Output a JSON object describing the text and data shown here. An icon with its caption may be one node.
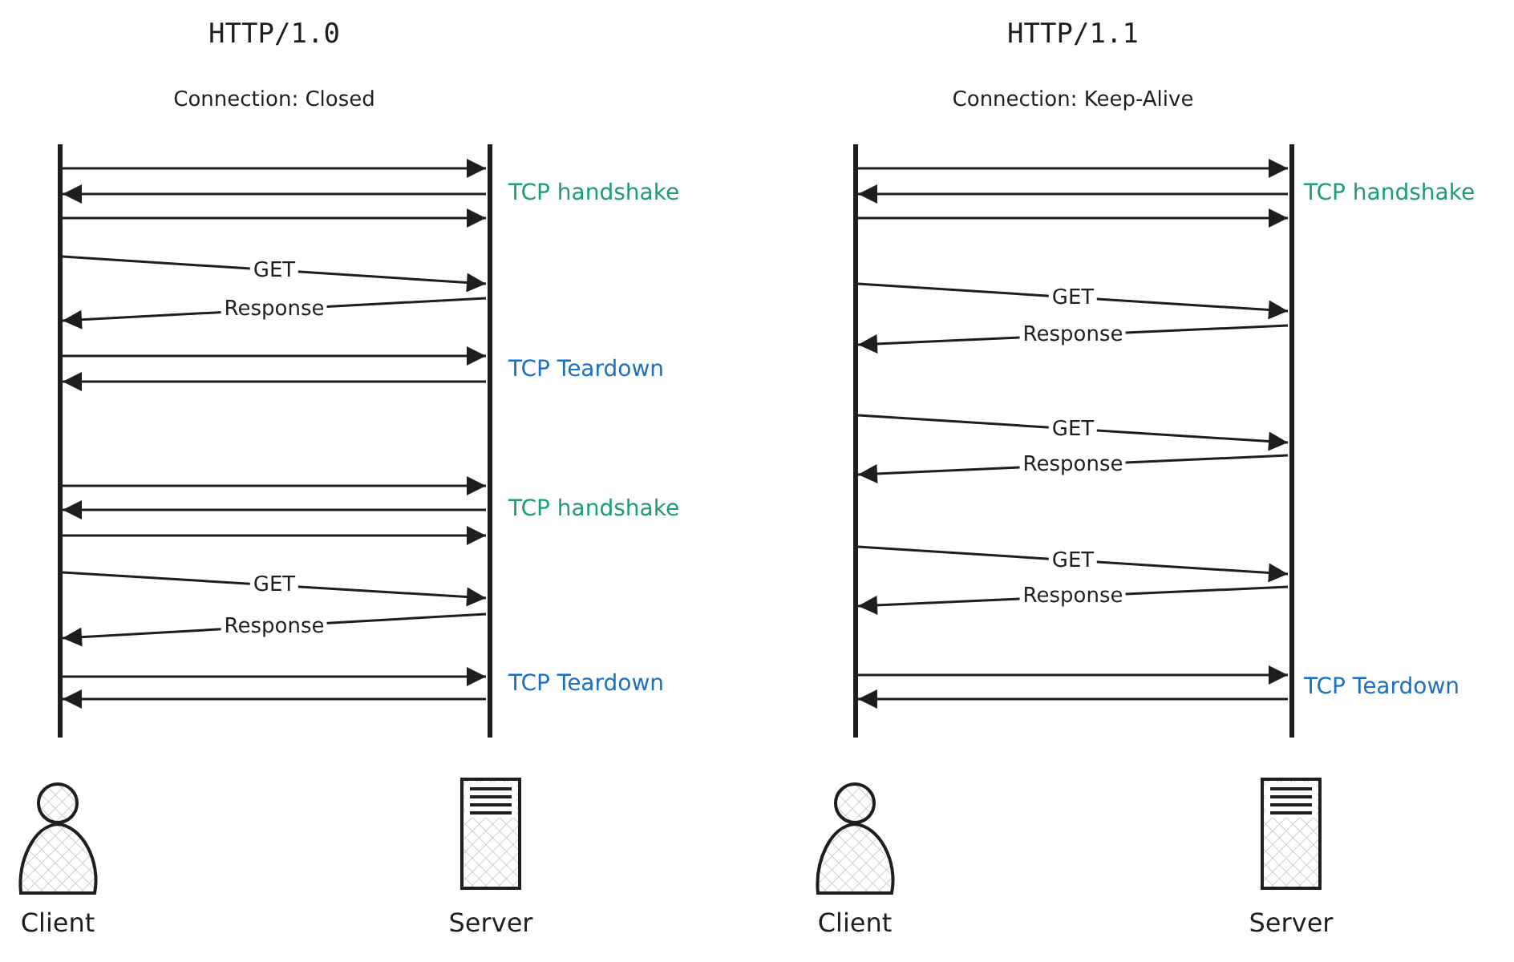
{
  "diagram": {
    "nodes": [
      {
        "text": [],
        "shape": "bar"
      },
      {
        "text": [],
        "shape": "bar"
      },
      {
        "text": [],
        "shape": "bar"
      },
      {
        "text": [],
        "shape": "bar"
      }
    ],
    "edges": [
      {
        "from": 0,
        "to": 1,
        "arrow": "to"
      },
      {
        "from": 1,
        "to": 0,
        "arrow": "to"
      },
      {
        "from": 0,
        "to": 1,
        "arrow": "to"
      },
      {
        "from": 0,
        "to": 1,
        "arrow": "to",
        "label": "GET"
      },
      {
        "from": 1,
        "to": 0,
        "arrow": "to",
        "label": "Response"
      },
      {
        "from": 0,
        "to": 1,
        "arrow": "to"
      },
      {
        "from": 1,
        "to": 0,
        "arrow": "to"
      },
      {
        "from": 0,
        "to": 1,
        "arrow": "to"
      },
      {
        "from": 1,
        "to": 0,
        "arrow": "to"
      },
      {
        "from": 0,
        "to": 1,
        "arrow": "to"
      },
      {
        "from": 0,
        "to": 1,
        "arrow": "to",
        "label": "GET"
      },
      {
        "from": 1,
        "to": 0,
        "arrow": "to",
        "label": "Response"
      },
      {
        "from": 0,
        "to": 1,
        "arrow": "to"
      },
      {
        "from": 1,
        "to": 0,
        "arrow": "to"
      },
      {
        "from": 2,
        "to": 3,
        "arrow": "to"
      },
      {
        "from": 3,
        "to": 2,
        "arrow": "to"
      },
      {
        "from": 2,
        "to": 3,
        "arrow": "to"
      },
      {
        "from": 2,
        "to": 3,
        "arrow": "to",
        "label": "GET"
      },
      {
        "from": 3,
        "to": 2,
        "arrow": "to",
        "label": "Response"
      },
      {
        "from": 2,
        "to": 3,
        "arrow": "to",
        "label": "GET"
      },
      {
        "from": 3,
        "to": 2,
        "arrow": "to",
        "label": "Response"
      },
      {
        "from": 2,
        "to": 3,
        "arrow": "to",
        "label": "GET"
      },
      {
        "from": 3,
        "to": 2,
        "arrow": "to",
        "label": "Response"
      },
      {
        "from": 2,
        "to": 3,
        "arrow": "to"
      },
      {
        "from": 3,
        "to": 2,
        "arrow": "to"
      }
    ],
    "labels": [
      "HTTP/1.0",
      "HTTP/1.1",
      "Connection: Closed",
      "Connection: Keep-Alive",
      "TCP handshake",
      "TCP handshake",
      "TCP Teardown",
      "TCP handshake",
      "TCP Teardown",
      "TCP Teardown",
      "Client",
      "Server",
      "Client",
      "Server"
    ]
  }
}
